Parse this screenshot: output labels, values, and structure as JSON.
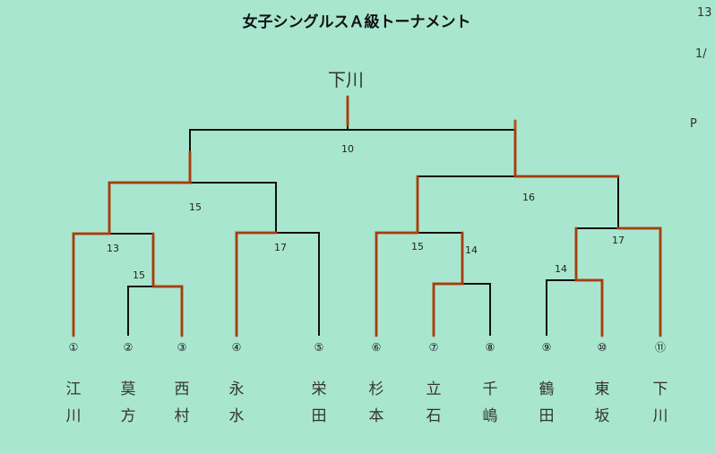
{
  "title": "女子シングルスＡ級トーナメント",
  "winner": "下川",
  "colors": {
    "background": "#a9e6cf",
    "line": "#111111",
    "highlight": "#b5420f"
  },
  "players": [
    {
      "num": "①",
      "name": "江川"
    },
    {
      "num": "②",
      "name": "莫方"
    },
    {
      "num": "③",
      "name": "西村"
    },
    {
      "num": "④",
      "name": "永水"
    },
    {
      "num": "⑤",
      "name": "栄田"
    },
    {
      "num": "⑥",
      "name": "杉本"
    },
    {
      "num": "⑦",
      "name": "立石"
    },
    {
      "num": "⑧",
      "name": "千嶋"
    },
    {
      "num": "⑨",
      "name": "鶴田"
    },
    {
      "num": "⑩",
      "name": "東坂"
    },
    {
      "num": "⑪",
      "name": "下川"
    }
  ],
  "matches": [
    {
      "label": "10"
    },
    {
      "label": "15"
    },
    {
      "label": "16"
    },
    {
      "label": "13"
    },
    {
      "label": "15"
    },
    {
      "label": "17"
    },
    {
      "label": "15"
    },
    {
      "label": "14"
    },
    {
      "label": "14"
    },
    {
      "label": "17"
    }
  ],
  "margin_marks": [
    "13",
    "1/",
    "P"
  ]
}
